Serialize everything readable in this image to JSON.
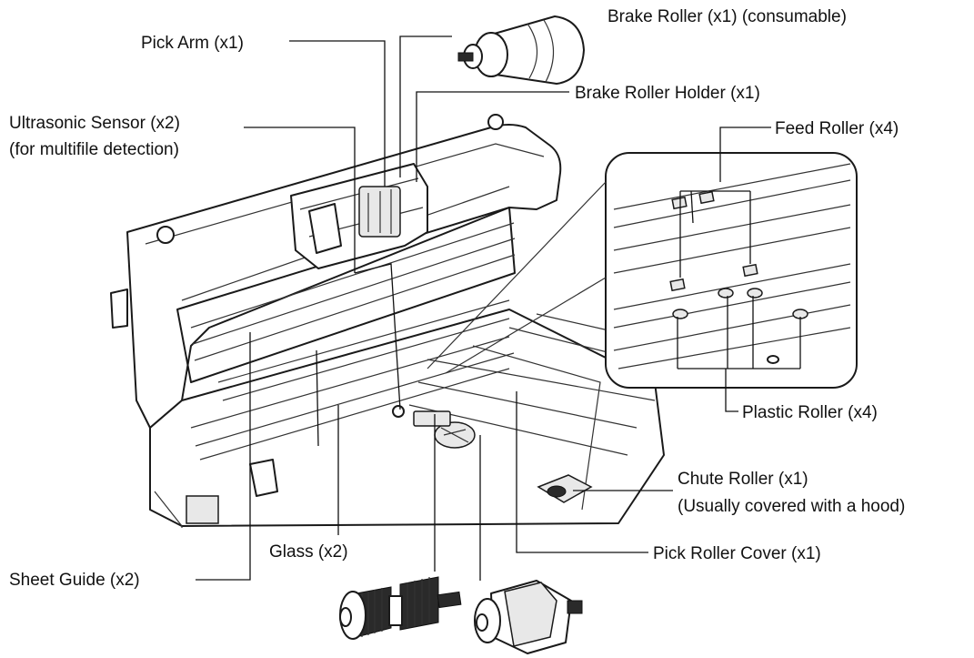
{
  "labels": {
    "brake_roller": "Brake Roller (x1) (consumable)",
    "pick_arm": "Pick Arm (x1)",
    "brake_roller_holder": "Brake Roller Holder (x1)",
    "ultrasonic_sensor": "Ultrasonic Sensor (x2)",
    "ultrasonic_sensor_note": "(for multifile detection)",
    "feed_roller": "Feed Roller (x4)",
    "plastic_roller": "Plastic Roller (x4)",
    "chute_roller": "Chute Roller (x1)",
    "chute_roller_note": "(Usually covered with a hood)",
    "glass": "Glass (x2)",
    "pick_roller_cover": "Pick Roller Cover (x1)",
    "sheet_guide": "Sheet Guide (x2)"
  },
  "colors": {
    "line": "#1a1a1a",
    "background": "#ffffff"
  }
}
